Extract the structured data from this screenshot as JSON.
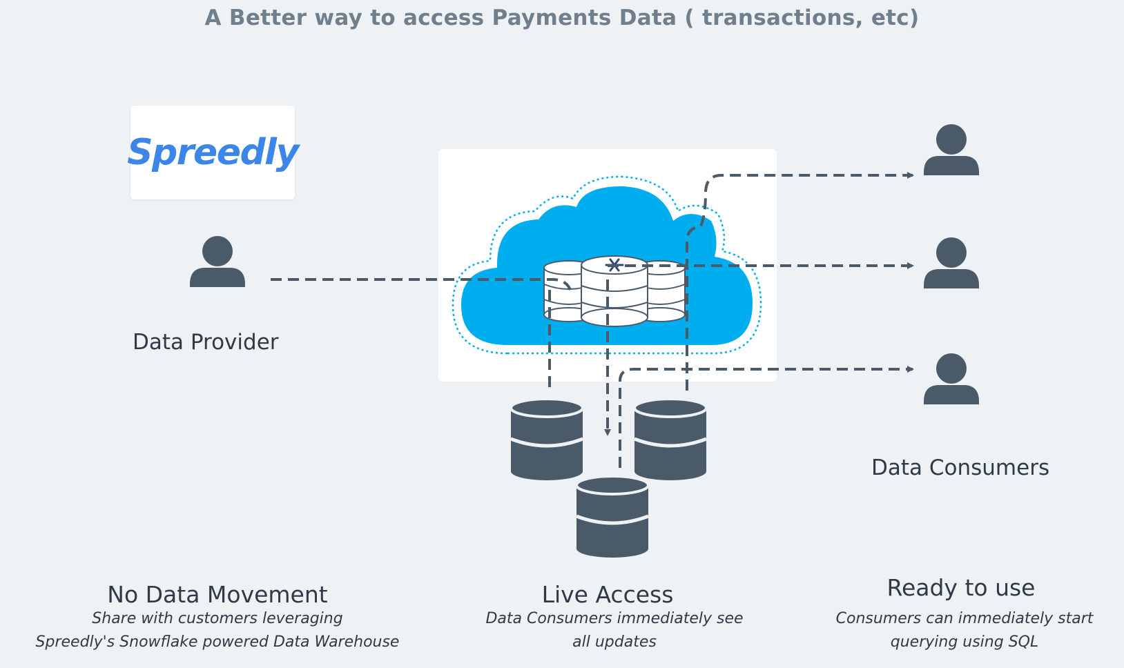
{
  "title": "A Better way to access Payments Data ( transactions, etc)",
  "logo": {
    "text": "Spreedly",
    "color": "#3b86e6"
  },
  "provider": {
    "label": "Data Provider"
  },
  "consumers": {
    "label": "Data Consumers"
  },
  "features": [
    {
      "heading": "No Data Movement",
      "line1": "Share with customers leveraging",
      "line2": "Spreedly's Snowflake powered Data Warehouse"
    },
    {
      "heading": "Live Access",
      "line1": "Data Consumers immediately see",
      "line2": "all updates"
    },
    {
      "heading": "Ready to use",
      "line1": "Consumers can immediately start",
      "line2": "querying using SQL"
    }
  ],
  "colors": {
    "background": "#eef2f5",
    "icon": "#4a5a69",
    "cloud": "#00adee",
    "title": "#6f7f8d"
  },
  "icons": [
    "person-icon",
    "database-icon",
    "snowflake-cloud-icon"
  ]
}
